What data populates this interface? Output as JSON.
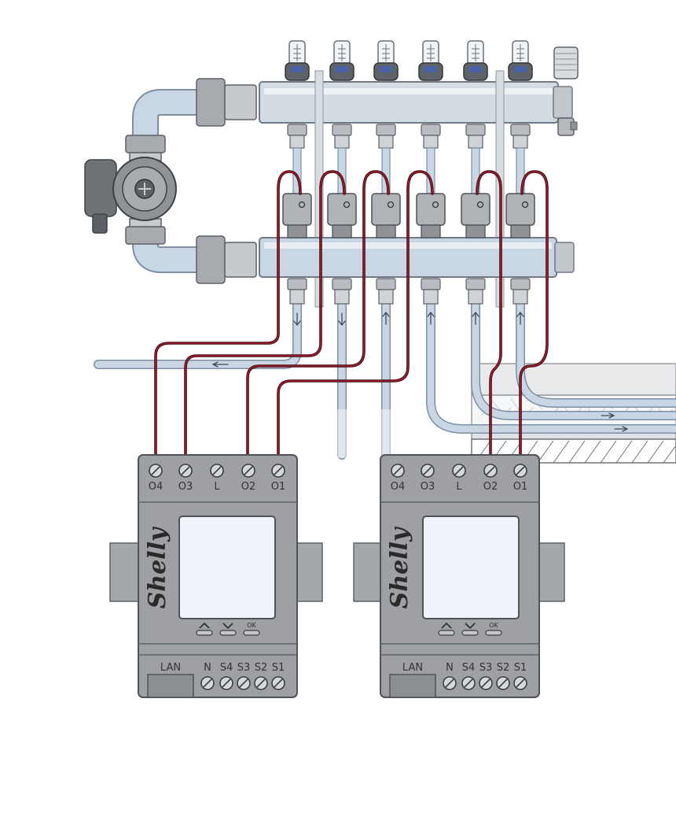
{
  "colors": {
    "pipe": "#c9d6e4",
    "pipe_edge": "#7d8fa3",
    "manifold": "#d3dbe3",
    "device": "#9ea0a3",
    "device_dark": "#7b7d80",
    "screen": "#eef4f9",
    "wire": "#7a1420",
    "screed": "#eceeef"
  },
  "controllers": [
    {
      "brand": "Shelly",
      "top_terminals": [
        "O4",
        "O3",
        "L",
        "O2",
        "O1"
      ],
      "bottom_port": "LAN",
      "bottom_terminals": [
        "N",
        "S4",
        "S3",
        "S2",
        "S1"
      ],
      "buttons": [
        {
          "icon": "chevron-up-icon",
          "label": ""
        },
        {
          "icon": "chevron-down-icon",
          "label": ""
        },
        {
          "icon": "ok-icon",
          "label": "OK"
        }
      ]
    },
    {
      "brand": "Shelly",
      "top_terminals": [
        "O4",
        "O3",
        "L",
        "O2",
        "O1"
      ],
      "bottom_port": "LAN",
      "bottom_terminals": [
        "N",
        "S4",
        "S3",
        "S2",
        "S1"
      ],
      "buttons": [
        {
          "icon": "chevron-up-icon",
          "label": ""
        },
        {
          "icon": "chevron-down-icon",
          "label": ""
        },
        {
          "icon": "ok-icon",
          "label": "OK"
        }
      ]
    }
  ],
  "icons": {
    "pump": "pump-icon",
    "air_vent": "air-vent-icon",
    "flow_meter": "flow-meter-icon",
    "actuator": "actuator-icon",
    "flow_arrow": "flow-arrow-icon"
  }
}
